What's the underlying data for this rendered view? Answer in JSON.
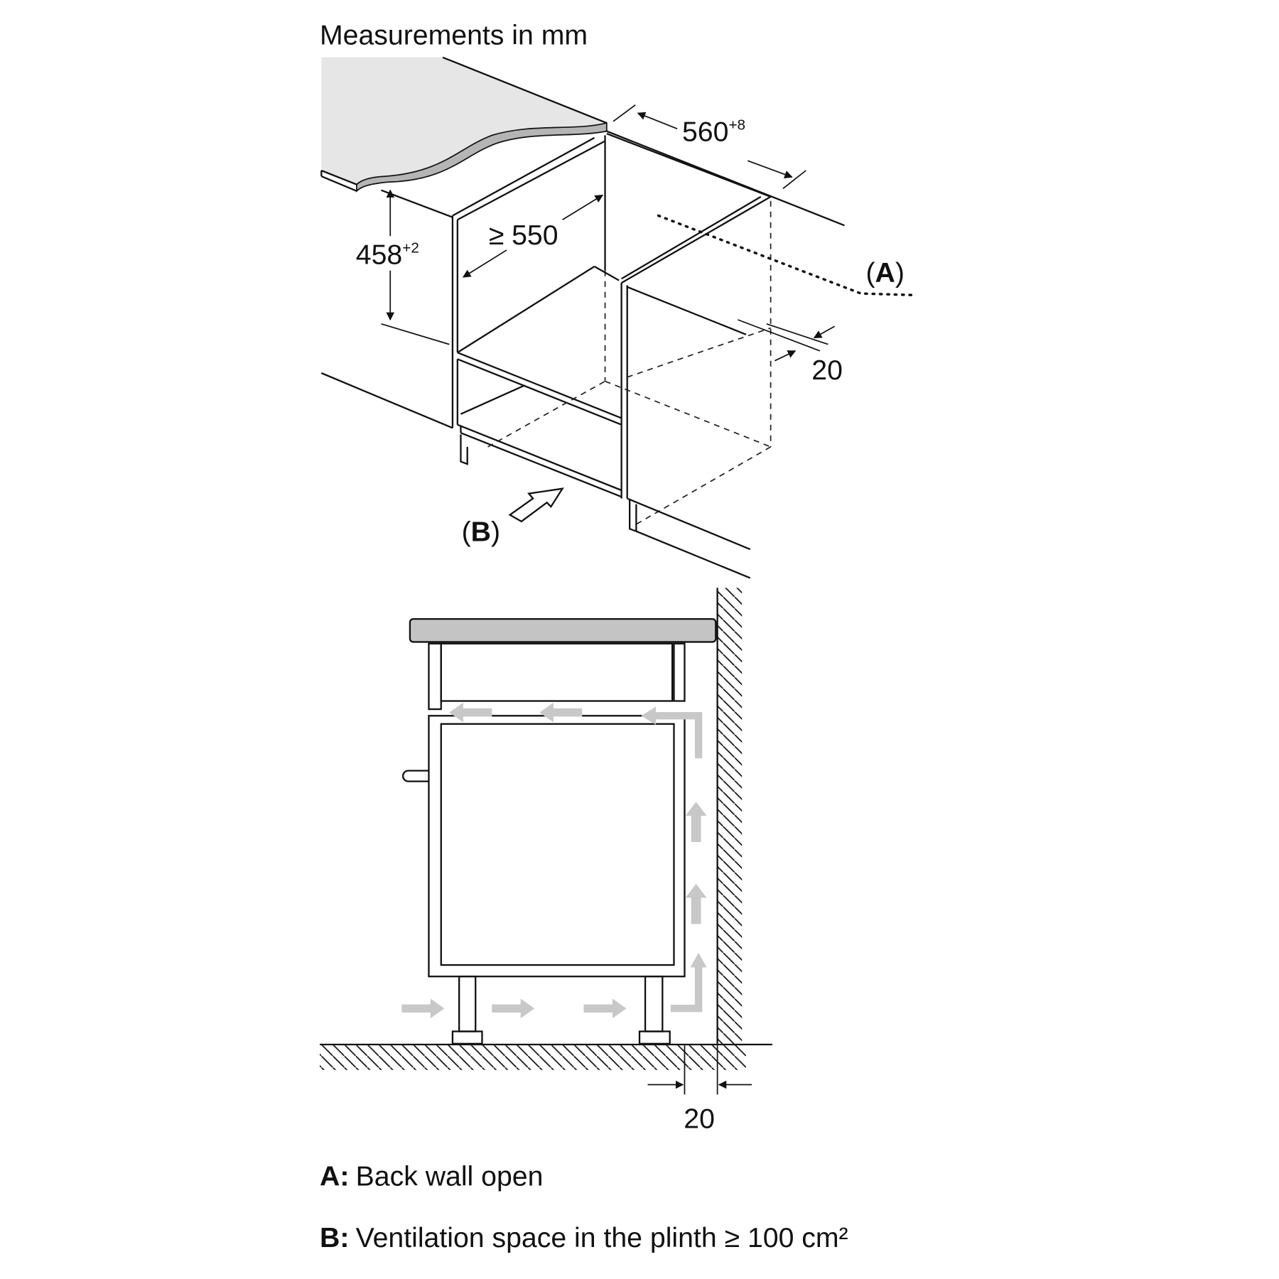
{
  "title": "Measurements in mm",
  "dimensions": {
    "width": "560",
    "width_tol": "+8",
    "depth": "≥ 550",
    "height": "458",
    "height_tol": "+2",
    "gap_top": "20",
    "gap_side": "20"
  },
  "callouts": {
    "a": "A",
    "b": "B"
  },
  "legend": [
    {
      "key": "A:",
      "text": "Back wall open"
    },
    {
      "key": "B:",
      "text": "Ventilation space in the plinth ≥ 100 cm²"
    }
  ],
  "colors": {
    "countertop": "#e6e6e6",
    "airflow": "#c8c8c8"
  }
}
